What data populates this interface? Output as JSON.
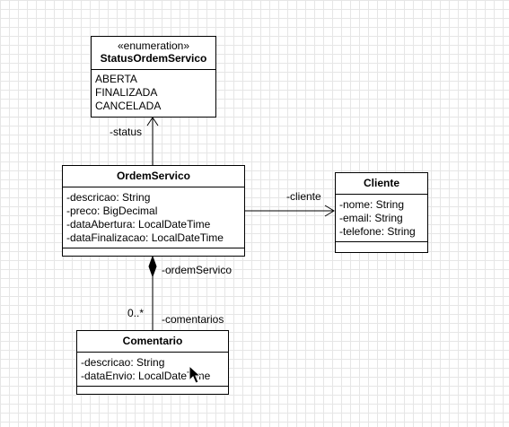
{
  "classes": {
    "status": {
      "stereotype": "«enumeration»",
      "name": "StatusOrdemServico",
      "items": [
        "ABERTA",
        "FINALIZADA",
        "CANCELADA"
      ]
    },
    "ordem": {
      "name": "OrdemServico",
      "attributes": [
        "-descricao: String",
        "-preco: BigDecimal",
        "-dataAbertura: LocalDateTime",
        "-dataFinalizacao: LocalDateTime"
      ]
    },
    "cliente": {
      "name": "Cliente",
      "attributes": [
        "-nome: String",
        "-email: String",
        "-telefone: String"
      ]
    },
    "comentario": {
      "name": "Comentario",
      "attributes": [
        "-descricao: String",
        "-dataEnvio: LocalDateTime"
      ]
    }
  },
  "relations": {
    "status_role": "-status",
    "cliente_role": "-cliente",
    "ordem_role": "-ordemServico",
    "comentarios_role": "-comentarios",
    "comentarios_multiplicity": "0..*"
  }
}
